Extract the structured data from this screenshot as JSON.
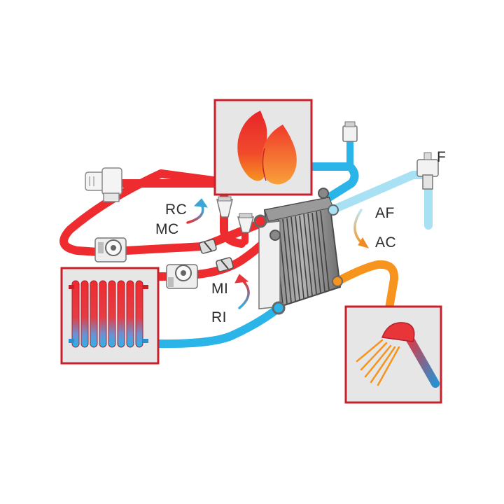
{
  "labels": {
    "rc": "RC",
    "mc": "MC",
    "mi": "MI",
    "ri": "RI",
    "af": "AF",
    "ac": "AC",
    "f": "F"
  },
  "colors": {
    "hot_pipe": "#ee2b2f",
    "cold_pipe": "#2ab4e8",
    "cold_inlet_pipe": "#a8e0f4",
    "dhw_pipe": "#f7941d",
    "panel_border": "#c8202a",
    "panel_fill": "#e6e6e6",
    "arrow_blue": "#3aa6d8",
    "arrow_red": "#e8353a",
    "arrow_orange": "#f08a24"
  },
  "icons": {
    "boiler": "flame-icon",
    "heating": "radiator-icon",
    "dhw": "shower-icon",
    "exchanger": "plate-heat-exchanger-icon",
    "pumps": "circulator-pump-icon",
    "valves": "check-valve-icon",
    "vents": "air-vent-icon",
    "mixer": "thermostatic-valve-icon",
    "filter": "inlet-filter-icon"
  }
}
